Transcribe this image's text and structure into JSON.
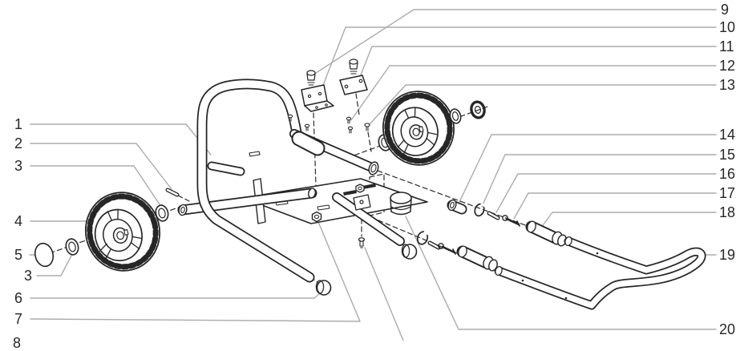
{
  "figure": {
    "type": "exploded-parts-diagram",
    "background": "#ffffff",
    "line_color": "#262626",
    "leader_color": "#ababab",
    "callouts_left": [
      "1",
      "2",
      "3",
      "4",
      "5",
      "3",
      "6",
      "7",
      "8"
    ],
    "callouts_right": [
      "9",
      "10",
      "11",
      "12",
      "13",
      "14",
      "15",
      "16",
      "17",
      "18",
      "19",
      "20"
    ]
  }
}
